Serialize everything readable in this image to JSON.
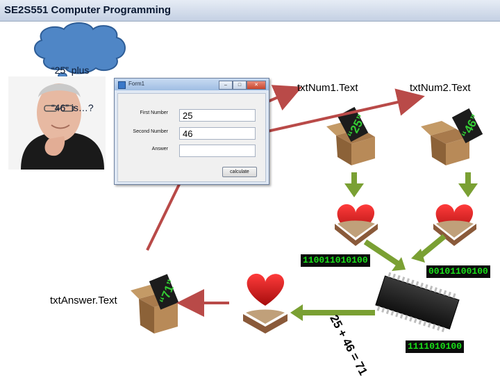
{
  "header": {
    "title": "SE2S551 Computer Programming"
  },
  "thought_bubble": {
    "line1": "“25” plus",
    "line2": "“46” is…?"
  },
  "form": {
    "window_title": "Form1",
    "labels": {
      "first": "First Number",
      "second": "Second Number",
      "answer": "Answer"
    },
    "first_value": "25",
    "second_value": "46",
    "answer_value": "",
    "button_label": "calculate",
    "min_glyph": "–",
    "max_glyph": "□",
    "close_glyph": "✕"
  },
  "labels": {
    "num1": "txtNum1.Text",
    "num2": "txtNum2.Text",
    "answer": "txtAnswer.Text"
  },
  "boxes": {
    "num1_text": "“25”",
    "num2_text": "“46”",
    "answer_text": "“71”"
  },
  "binary": {
    "num1": "110011010100",
    "num2": "00101100100",
    "result": "1111010100"
  },
  "calculation": "25 + 46 = 71",
  "colors": {
    "arrow_red": "#b94a48",
    "arrow_green": "#7aa033",
    "box_label_green": "#33cc33"
  }
}
